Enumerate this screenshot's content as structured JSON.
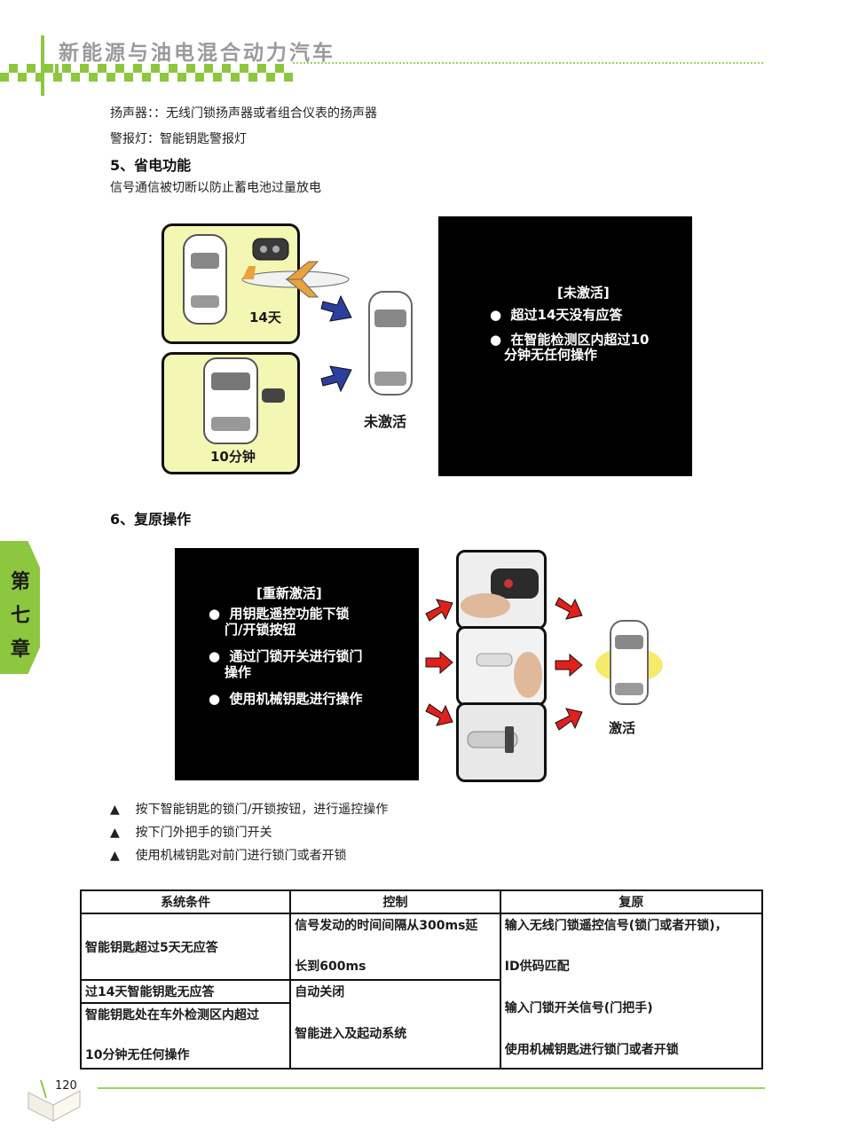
{
  "header": {
    "title": "新能源与油电混合动力汽车"
  },
  "intro_lines": [
    "扬声器：：无线门锁扬声器或者组合仪表的扬声器",
    "警报灯：智能钥匙警报灯"
  ],
  "section5": {
    "heading": "5、省电功能",
    "desc": "信号通信被切断以防止蓄电池过量放电",
    "label_14days": "14天",
    "label_10min": "10分钟",
    "label_inactive": "未激活",
    "panel_title": "[未激活]",
    "panel_bullets": [
      "超过14天没有应答",
      "在智能检测区内超过10",
      "分钟无任何操作"
    ]
  },
  "section6": {
    "heading": "6、复原操作",
    "panel_title": "[重新激活]",
    "panel_bullets": [
      "用钥匙遥控功能下锁",
      "门/开锁按钮",
      "通过门锁开关进行锁门",
      "操作",
      "使用机械钥匙进行操作"
    ],
    "label_active": "激活"
  },
  "steps": [
    "按下智能钥匙的锁门/开锁按钮，进行遥控操作",
    "按下门外把手的锁门开关",
    "使用机械钥匙对前门进行锁门或者开锁"
  ],
  "step_marker": "▲",
  "table": {
    "headers": [
      "系统条件",
      "控制",
      "复原"
    ],
    "col1": {
      "r1": "智能钥匙超过5天无应答",
      "r2": "过14天智能钥匙无应答",
      "r3a": "智能钥匙处在车外检测区内超过",
      "r3b": "10分钟无任何操作"
    },
    "col2": {
      "r1a": "信号发动的时间间隔从300ms延",
      "r1b": "长到600ms",
      "r2a": "自动关闭",
      "r2b": "智能进入及起动系统"
    },
    "col3": [
      "输入无线门锁遥控信号(锁门或者开锁)，",
      "ID供码匹配",
      "输入门锁开关信号(门把手)",
      "使用机械钥匙进行锁门或者开锁"
    ]
  },
  "chapter": [
    "第",
    "七",
    "章"
  ],
  "page_number": "120",
  "colors": {
    "accent": "#8dc63f",
    "arrow_blue": "#2b3f9e",
    "arrow_red": "#e0201b",
    "scene_bg": "#f4f6b4"
  }
}
